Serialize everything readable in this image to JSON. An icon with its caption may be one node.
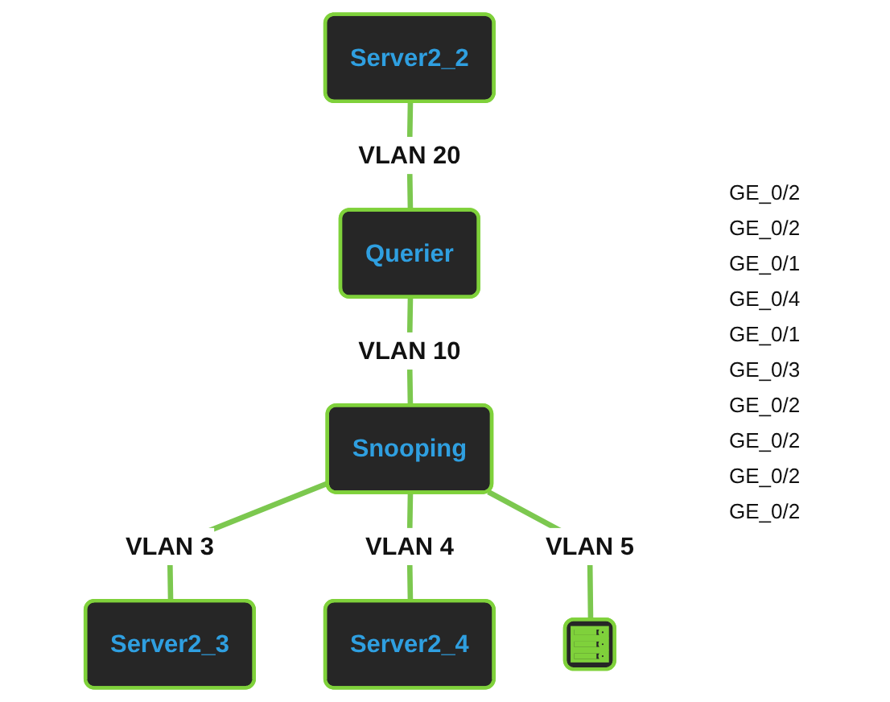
{
  "diagram": {
    "nodes": [
      {
        "text": [
          "Server2_2"
        ]
      },
      {
        "text": [
          "Querier"
        ]
      },
      {
        "text": [
          "Snooping"
        ]
      },
      {
        "text": [
          "Server2_3"
        ]
      },
      {
        "text": [
          "Server2_4"
        ]
      },
      {
        "text": [],
        "shape": "picture"
      }
    ],
    "edges": [
      {
        "from": 0,
        "to": 1,
        "arrow": "none",
        "label": "VLAN 20"
      },
      {
        "from": 1,
        "to": 2,
        "arrow": "none",
        "label": "VLAN 10"
      },
      {
        "from": 2,
        "to": 3,
        "arrow": "none",
        "label": "VLAN 3"
      },
      {
        "from": 2,
        "to": 4,
        "arrow": "none",
        "label": "VLAN 4"
      },
      {
        "from": 2,
        "to": 5,
        "arrow": "none",
        "label": "VLAN 5"
      }
    ],
    "labels": [
      "GE_0/2",
      "GE_0/2",
      "GE_0/1",
      "GE_0/4",
      "GE_0/1",
      "GE_0/3",
      "GE_0/2",
      "GE_0/2",
      "GE_0/2",
      "GE_0/2"
    ]
  }
}
